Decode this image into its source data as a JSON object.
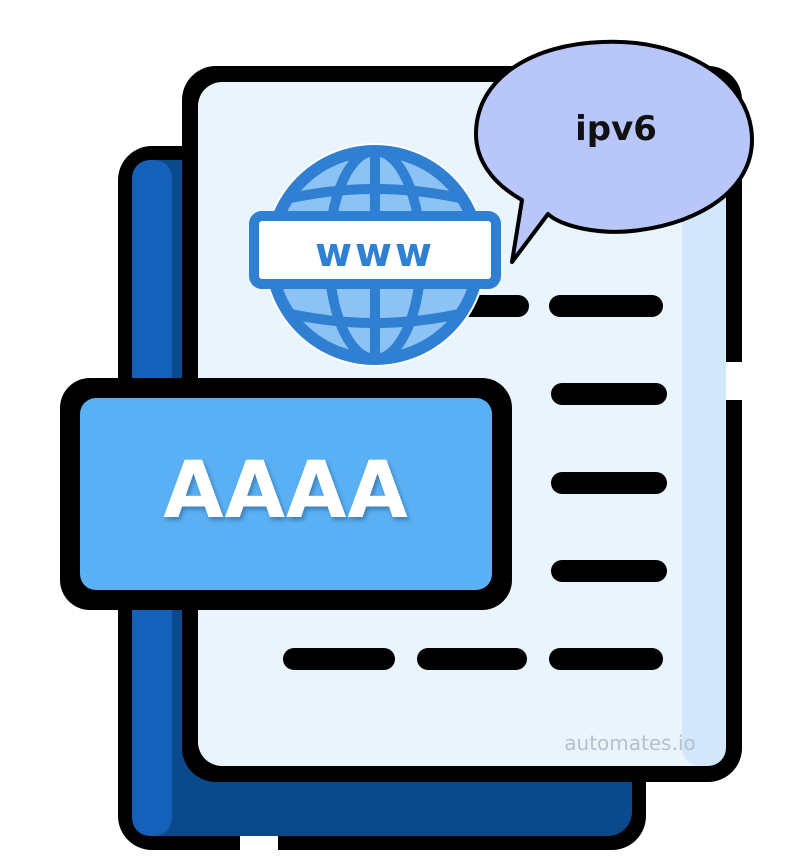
{
  "illustration": {
    "record_type_label": "AAAA",
    "web_label": "www",
    "speech_bubble_label": "ipv6",
    "watermark": "automates.io"
  },
  "colors": {
    "outline": "#000000",
    "dark_blue": "#0a4a8c",
    "mid_blue": "#1560b8",
    "card_light": "#e9f4fd",
    "card_edge": "#d2e8fa",
    "label_blue": "#5ab0f5",
    "globe_blue": "#2f7fd3",
    "globe_fill": "#8cc2f4",
    "bubble_fill": "#b9c6fa"
  },
  "icons": [
    "document-stack-icon",
    "globe-icon",
    "speech-bubble-icon"
  ]
}
